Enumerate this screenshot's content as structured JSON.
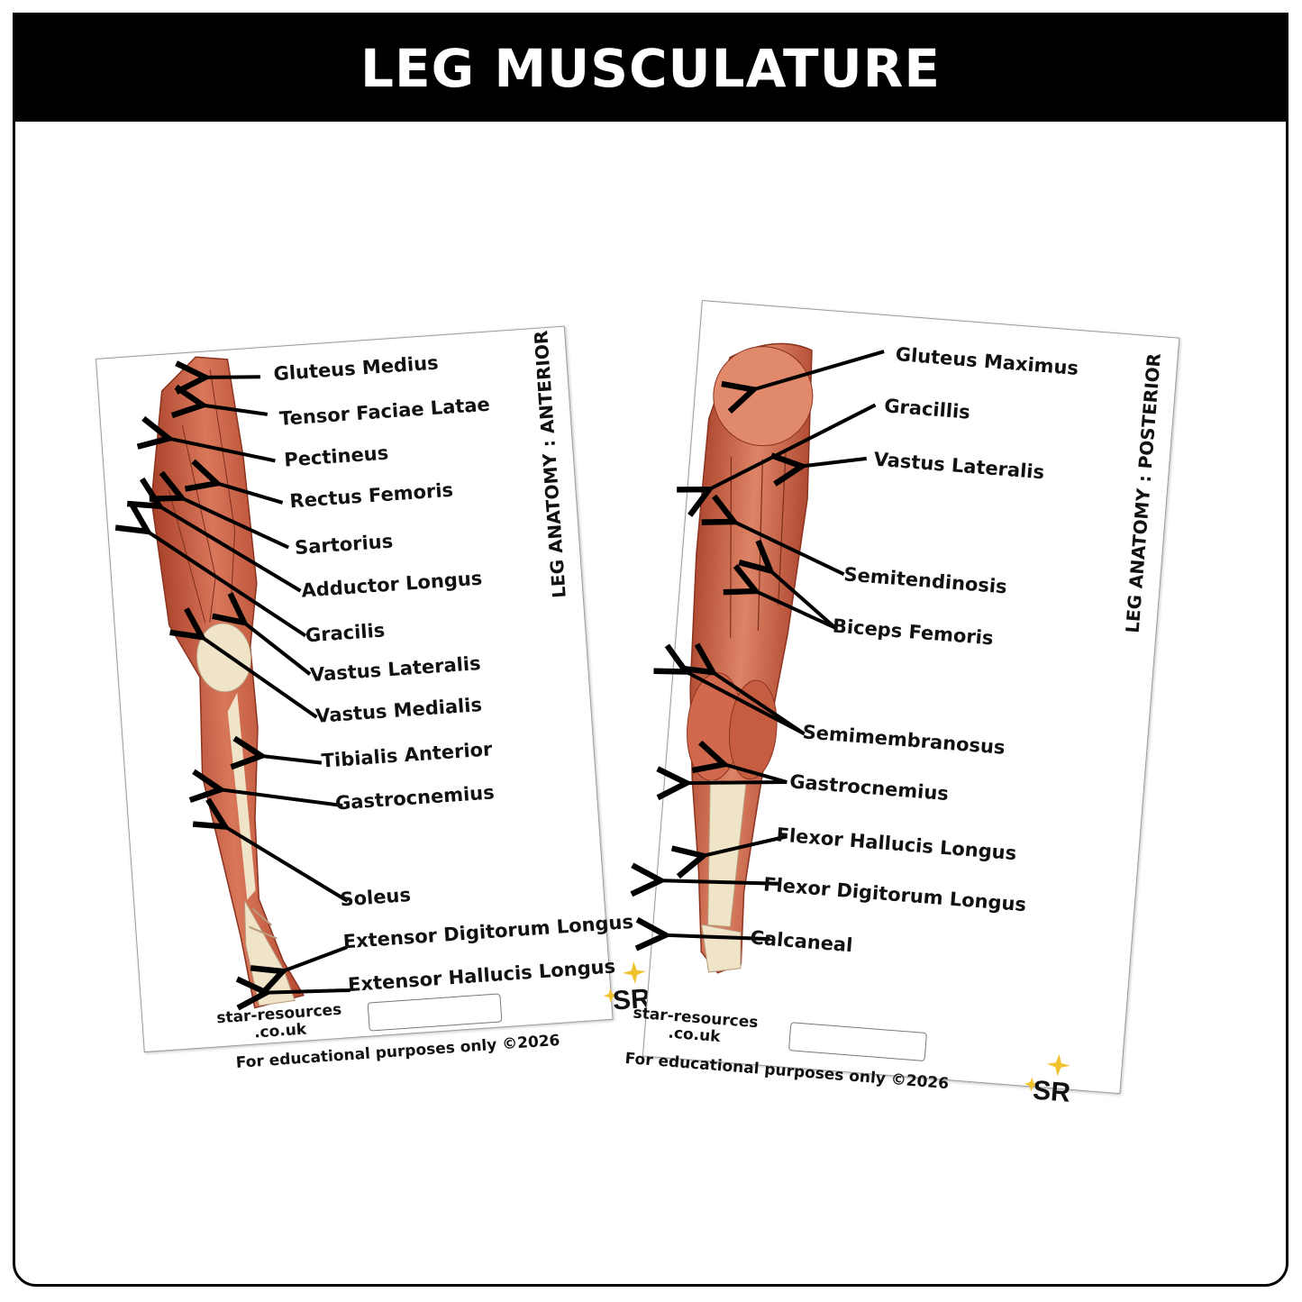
{
  "header": {
    "title": "LEG MUSCULATURE"
  },
  "colors": {
    "header_bg": "#000000",
    "muscle": "#c9553a",
    "tendon": "#efe3c8"
  },
  "anterior_card": {
    "side_title": "LEG ANATOMY : ANTERIOR",
    "labels": [
      "Gluteus Medius",
      "Tensor Faciae Latae",
      "Pectineus",
      "Rectus Femoris",
      "Sartorius",
      "Adductor Longus",
      "Gracilis",
      "Vastus Lateralis",
      "Vastus Medialis",
      "Tibialis Anterior",
      "Gastrocnemius",
      "Soleus",
      "Extensor Digitorum Longus",
      "Extensor Hallucis Longus"
    ],
    "site_line1": "star-resources",
    "site_line2": ".co.uk",
    "footer": "For educational purposes only ©2026",
    "logo_text": "SR"
  },
  "posterior_card": {
    "side_title": "LEG ANATOMY : POSTERIOR",
    "labels": [
      "Gluteus Maximus",
      "Gracillis",
      "Vastus Lateralis",
      "Semitendinosis",
      "Biceps Femoris",
      "Semimembranosus",
      "Gastrocnemius",
      "Flexor Hallucis Longus",
      "Flexor Digitorum Longus",
      "Calcaneal"
    ],
    "site_line1": "star-resources",
    "site_line2": ".co.uk",
    "footer": "For educational purposes only ©2026",
    "logo_text": "SR"
  }
}
